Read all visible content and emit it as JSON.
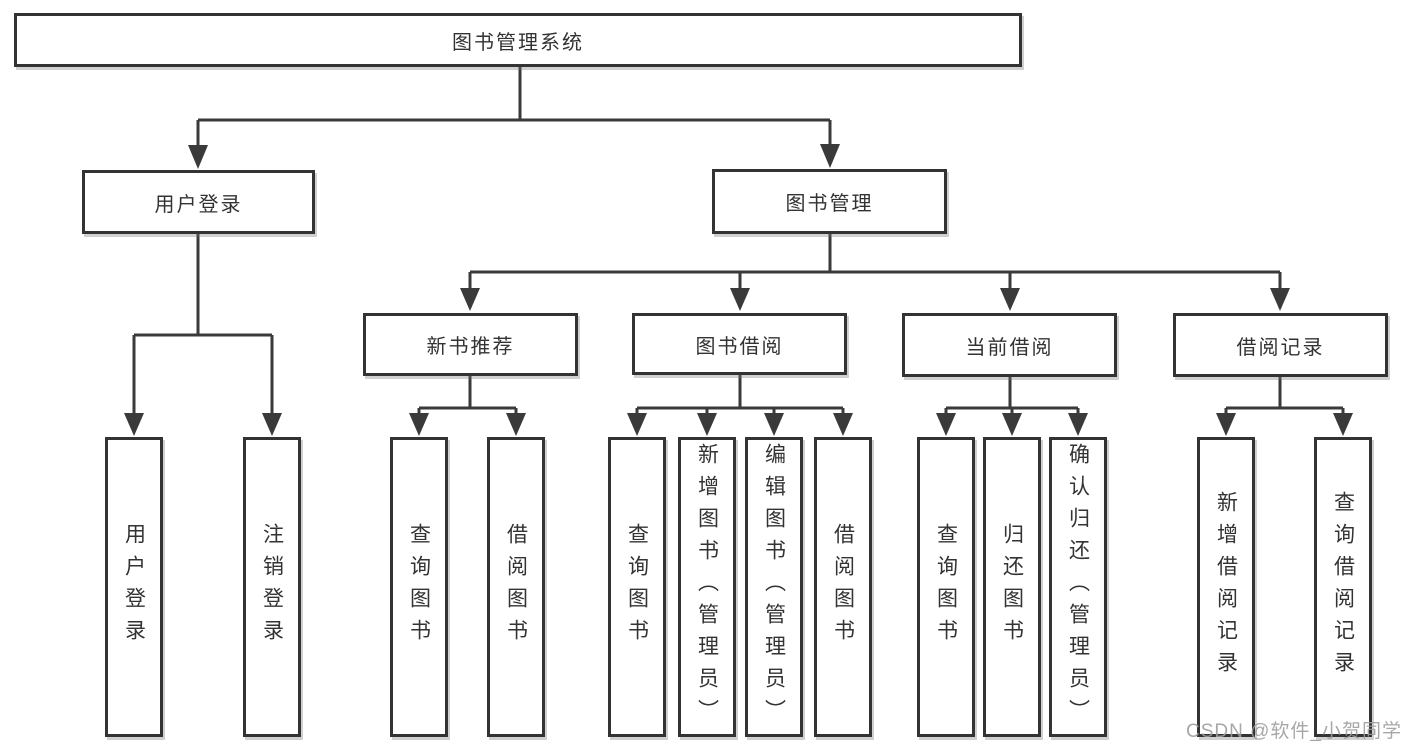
{
  "diagram": {
    "root": {
      "label": "图书管理系统",
      "children": [
        {
          "label": "用户登录",
          "children": [
            {
              "label": "用户登录"
            },
            {
              "label": "注销登录"
            }
          ]
        },
        {
          "label": "图书管理",
          "children": [
            {
              "label": "新书推荐",
              "children": [
                {
                  "label": "查询图书"
                },
                {
                  "label": "借阅图书"
                }
              ]
            },
            {
              "label": "图书借阅",
              "children": [
                {
                  "label": "查询图书"
                },
                {
                  "label": "新增图书（管理员）"
                },
                {
                  "label": "编辑图书（管理员）"
                },
                {
                  "label": "借阅图书"
                }
              ]
            },
            {
              "label": "当前借阅",
              "children": [
                {
                  "label": "查询图书"
                },
                {
                  "label": "归还图书"
                },
                {
                  "label": "确认归还（管理员）"
                }
              ]
            },
            {
              "label": "借阅记录",
              "children": [
                {
                  "label": "新增借阅记录"
                },
                {
                  "label": "查询借阅记录"
                }
              ]
            }
          ]
        }
      ]
    }
  },
  "watermark": {
    "text": "CSDN @软件_小贺同学"
  },
  "colors": {
    "line": "#3a3a3a",
    "box_border": "#333333",
    "text": "#333333",
    "watermark": "#9e9e9e",
    "background": "#ffffff"
  }
}
